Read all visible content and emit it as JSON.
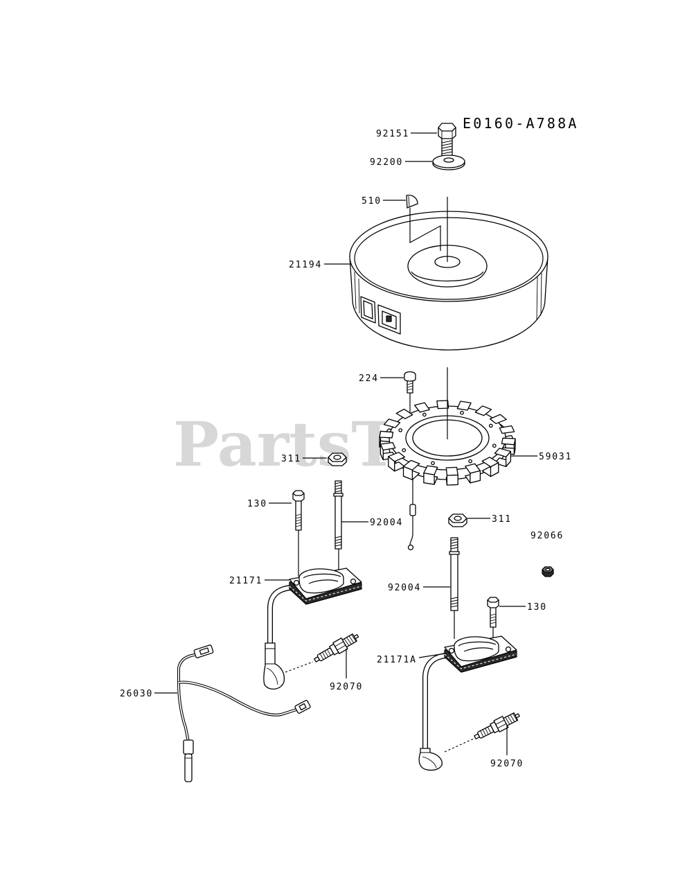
{
  "diagram_code": "E0160-A788A",
  "watermark": "PartsTree",
  "callouts": {
    "bolt_top": "92151",
    "washer": "92200",
    "key": "510",
    "flywheel": "21194",
    "stator_screw": "224",
    "stator": "59031",
    "nut_left": "311",
    "bolt_left": "130",
    "stud_left": "92004",
    "nut_right": "311",
    "nut_small": "92066",
    "coil_left": "21171",
    "stud_right": "92004",
    "bolt_right": "130",
    "coil_right": "21171A",
    "spark_plug_left": "92070",
    "harness": "26030",
    "spark_plug_right": "92070"
  }
}
